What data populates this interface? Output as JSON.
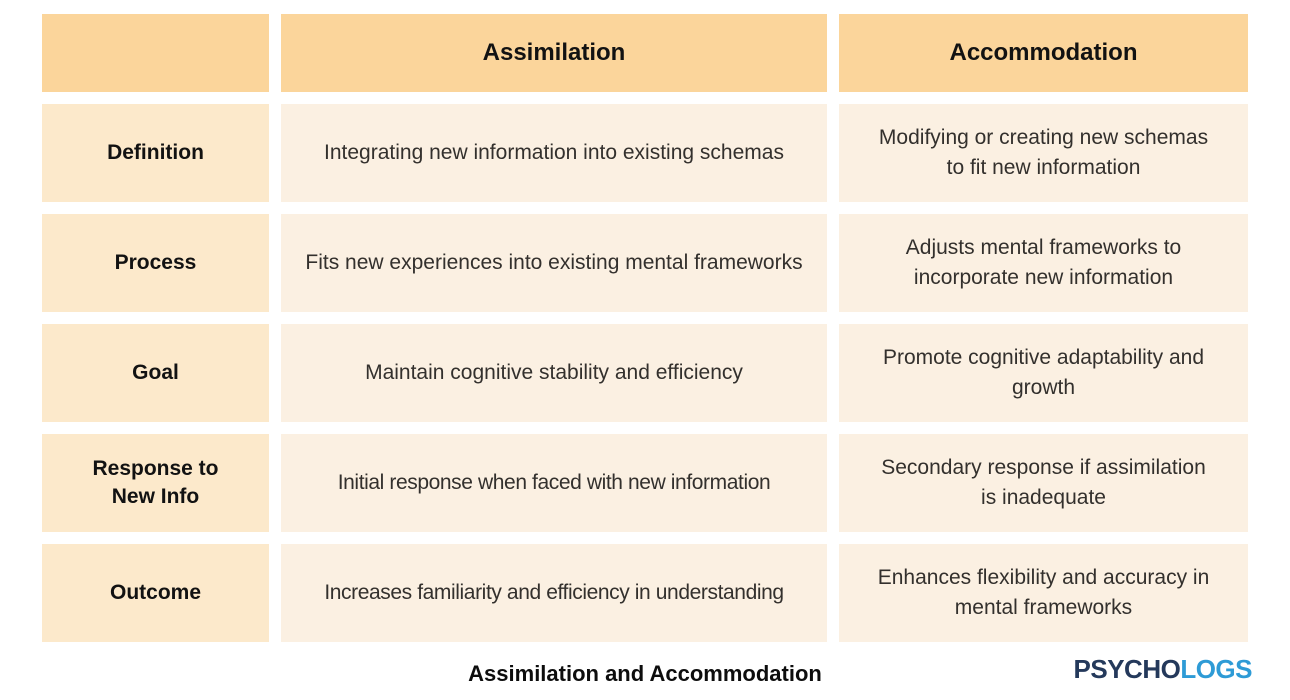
{
  "chart_data": {
    "type": "table",
    "title": "Assimilation and Accommodation",
    "columns": [
      "",
      "Assimilation",
      "Accommodation"
    ],
    "rows": [
      [
        "Definition",
        "Integrating new information into existing schemas",
        "Modifying or creating new schemas to fit new information"
      ],
      [
        "Process",
        "Fits new experiences into existing mental frameworks",
        "Adjusts mental frameworks to incorporate new information"
      ],
      [
        "Goal",
        "Maintain cognitive stability and efficiency",
        "Promote cognitive adaptability and growth"
      ],
      [
        "Response to New Info",
        "Initial response when faced with new information",
        "Secondary response if assimilation is inadequate"
      ],
      [
        "Outcome",
        "Increases familiarity and efficiency in understanding",
        "Enhances flexibility and accuracy in mental frameworks"
      ]
    ],
    "layout": {
      "header_bg": "#FBD59B",
      "row_label_bg": "#FCE9CB",
      "content_bg": "#FBF0E2",
      "gap_color": "#FFFFFF"
    }
  },
  "footer": {
    "caption": "Assimilation and Accommodation",
    "logo_part1": "PSYCHO",
    "logo_part2": "LOGS"
  },
  "colors": {
    "header_bg": "#FBD59B",
    "row_label_bg": "#FCE9CB",
    "content_bg": "#FBF0E2",
    "text": "#33302d",
    "logo_navy": "#24395B",
    "logo_blue": "#2E9BD6"
  }
}
